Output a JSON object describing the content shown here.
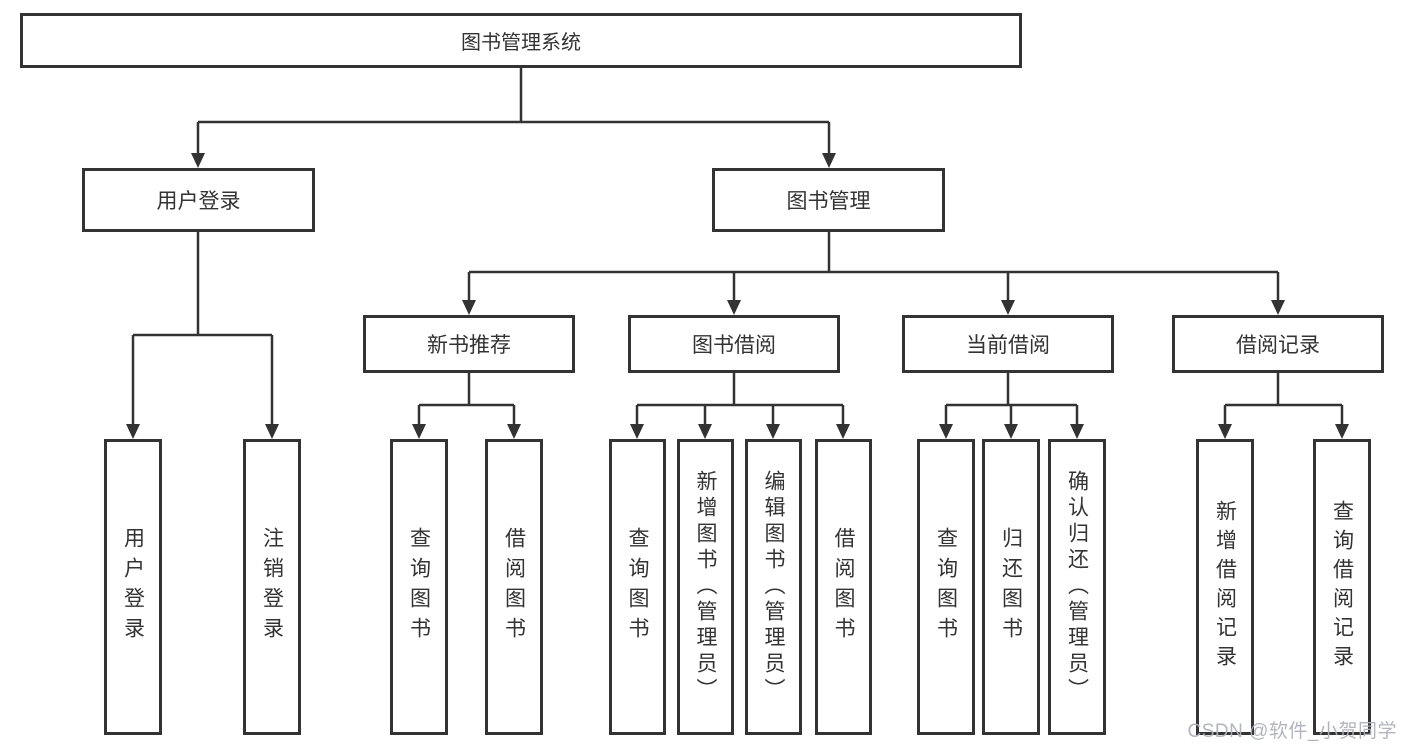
{
  "tree": {
    "label": "图书管理系统",
    "children": [
      {
        "label": "用户登录",
        "children": [
          {
            "label": "用户登录"
          },
          {
            "label": "注销登录"
          }
        ]
      },
      {
        "label": "图书管理",
        "children": [
          {
            "label": "新书推荐",
            "children": [
              {
                "label": "查询图书"
              },
              {
                "label": "借阅图书"
              }
            ]
          },
          {
            "label": "图书借阅",
            "children": [
              {
                "label": "查询图书"
              },
              {
                "label": "新增图书（管理员）"
              },
              {
                "label": "编辑图书（管理员）"
              },
              {
                "label": "借阅图书"
              }
            ]
          },
          {
            "label": "当前借阅",
            "children": [
              {
                "label": "查询图书"
              },
              {
                "label": "归还图书"
              },
              {
                "label": "确认归还（管理员）"
              }
            ]
          },
          {
            "label": "借阅记录",
            "children": [
              {
                "label": "新增借阅记录"
              },
              {
                "label": "查询借阅记录"
              }
            ]
          }
        ]
      }
    ]
  },
  "watermark": {
    "text": "CSDN @软件_小贺同学"
  },
  "colors": {
    "line": "#333333",
    "box_border": "#333333",
    "text": "#333333",
    "watermark": "#adb2bb",
    "background": "#ffffff"
  }
}
